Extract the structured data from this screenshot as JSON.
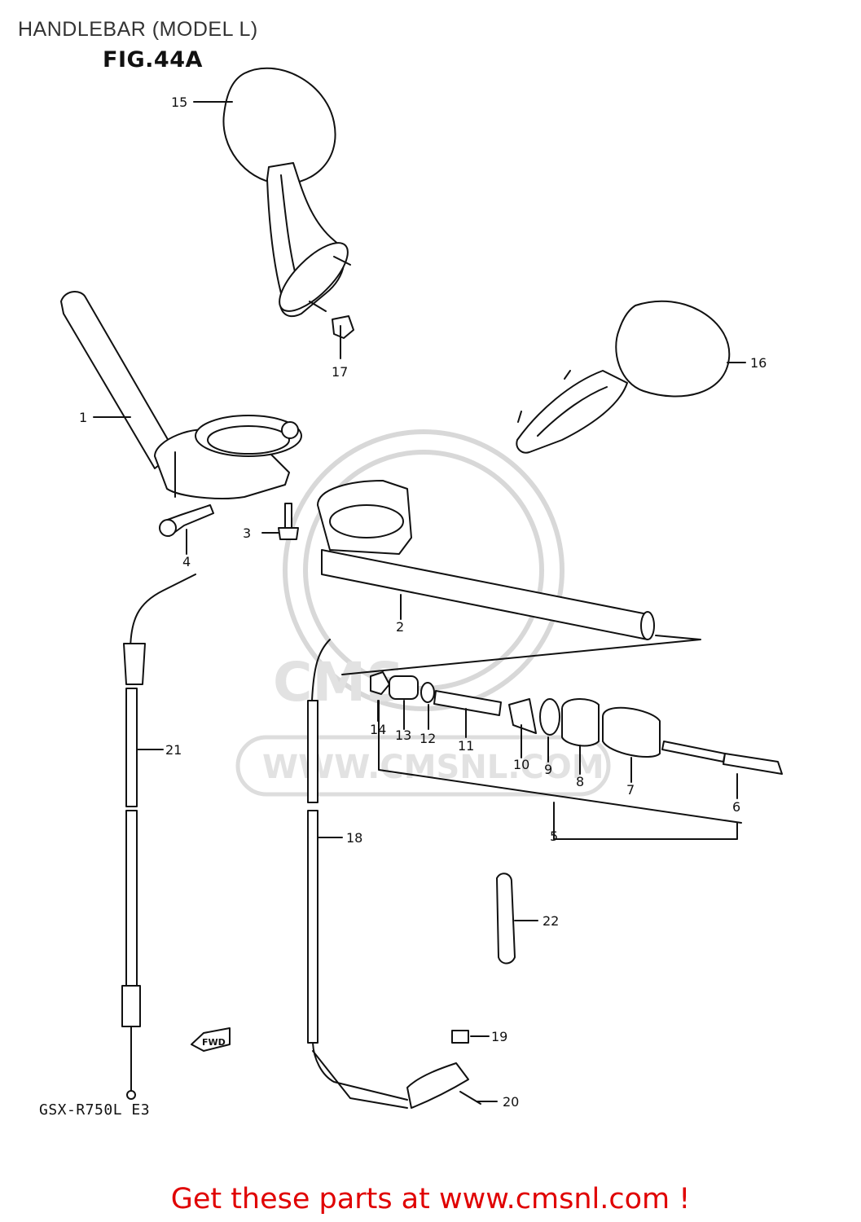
{
  "header": {
    "title": "HANDLEBAR (MODEL L)",
    "figure": "FIG.44A"
  },
  "model_code": "GSX-R750L  E3",
  "watermark": {
    "text": "WWW.CMSNL.COM",
    "brand": "CMS",
    "color": "#d8d8d8"
  },
  "direction_marker": "FWD",
  "parts": [
    {
      "id": "p1",
      "number": "1"
    },
    {
      "id": "p2",
      "number": "2"
    },
    {
      "id": "p3",
      "number": "3"
    },
    {
      "id": "p4",
      "number": "4"
    },
    {
      "id": "p5",
      "number": "5"
    },
    {
      "id": "p6",
      "number": "6"
    },
    {
      "id": "p7",
      "number": "7"
    },
    {
      "id": "p8",
      "number": "8"
    },
    {
      "id": "p9",
      "number": "9"
    },
    {
      "id": "p10",
      "number": "10"
    },
    {
      "id": "p11",
      "number": "11"
    },
    {
      "id": "p12",
      "number": "12"
    },
    {
      "id": "p13",
      "number": "13"
    },
    {
      "id": "p14",
      "number": "14"
    },
    {
      "id": "p15",
      "number": "15"
    },
    {
      "id": "p16",
      "number": "16"
    },
    {
      "id": "p17",
      "number": "17"
    },
    {
      "id": "p18",
      "number": "18"
    },
    {
      "id": "p19",
      "number": "19"
    },
    {
      "id": "p20",
      "number": "20"
    },
    {
      "id": "p21",
      "number": "21"
    },
    {
      "id": "p22",
      "number": "22"
    }
  ],
  "footer": {
    "text": "Get these parts at www.cmsnl.com !",
    "color": "#e00000"
  }
}
